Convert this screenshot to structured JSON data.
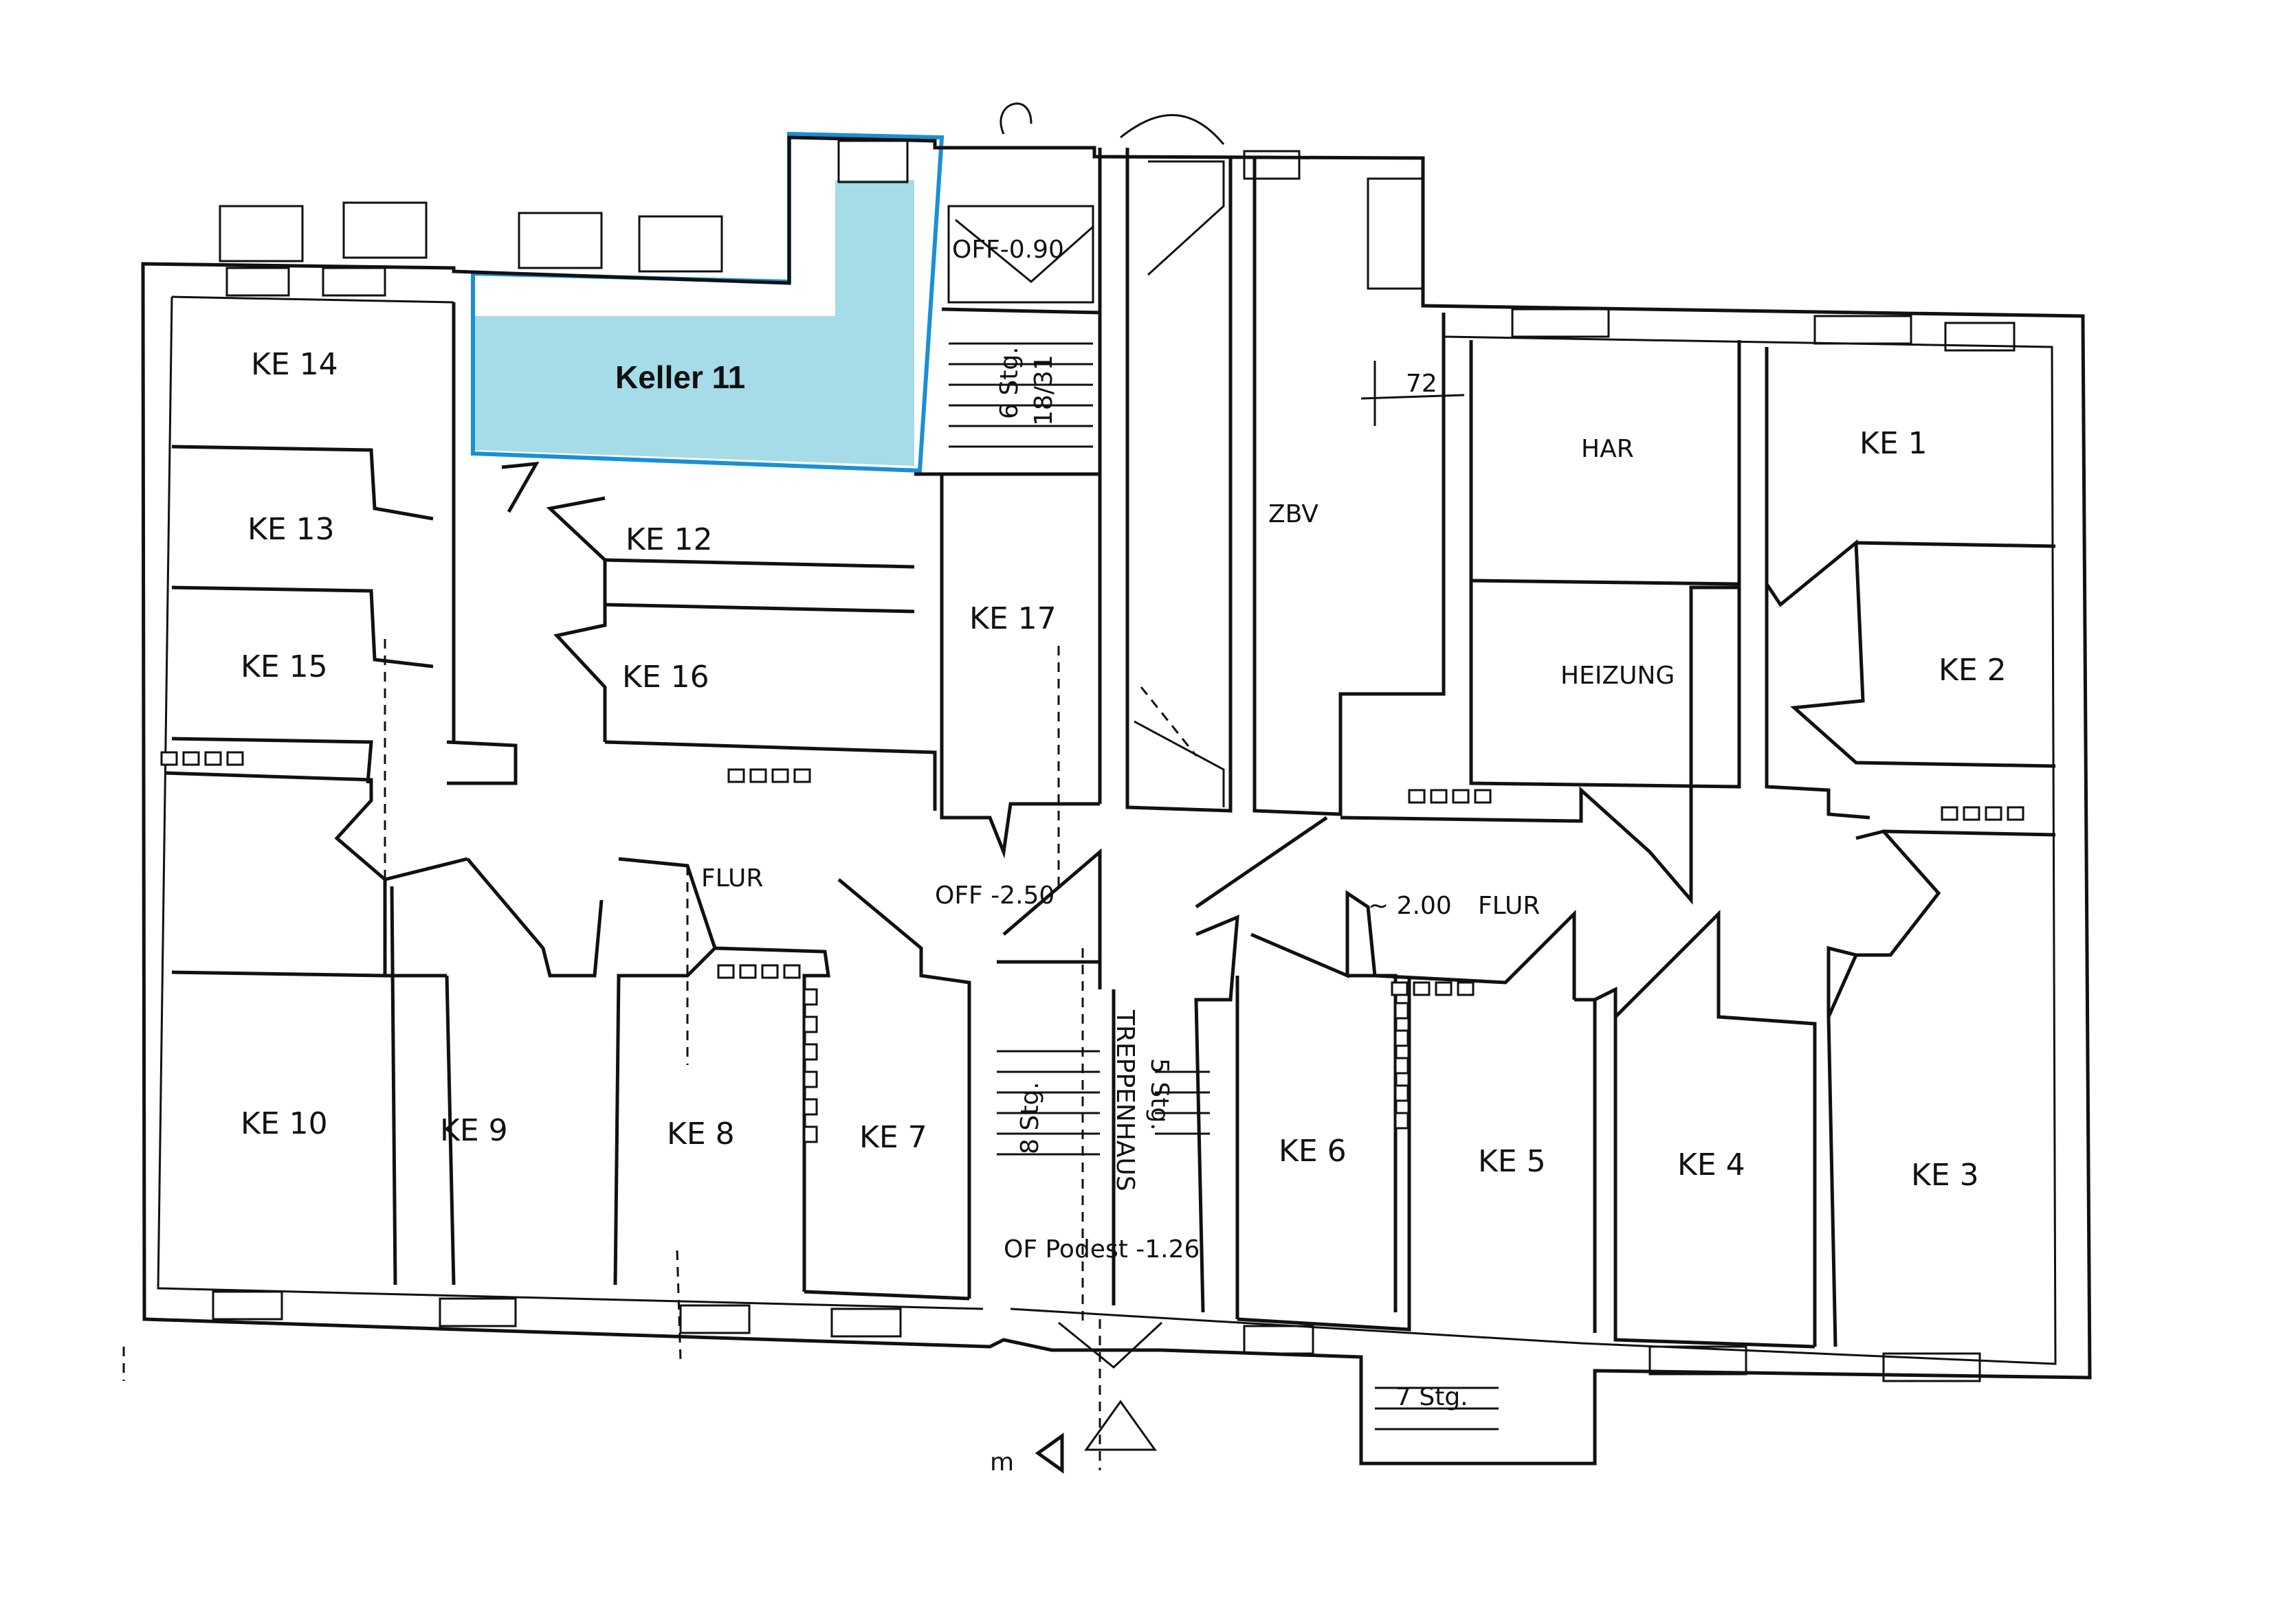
{
  "highlight": {
    "label": "Keller 11",
    "fill_color": "#a6dbe8",
    "stroke_color": "#1a8fd6"
  },
  "rooms": {
    "ke14": "KE 14",
    "ke13": "KE 13",
    "ke15": "KE 15",
    "ke12": "KE 12",
    "ke16": "KE 16",
    "ke17": "KE 17",
    "zbv": "ZBV",
    "har": "HAR",
    "heizung": "HEIZUNG",
    "ke1": "KE 1",
    "ke2": "KE 2",
    "ke10": "KE 10",
    "ke9": "KE 9",
    "ke8": "KE 8",
    "ke7": "KE 7",
    "ke6": "KE 6",
    "ke5": "KE 5",
    "ke4": "KE 4",
    "ke3": "KE 3"
  },
  "annotations": {
    "off_top": "OFF-0.90",
    "stair_top_a": "6 Stg.",
    "stair_top_b": "18/31",
    "dim_72": "72",
    "flur_left": "FLUR",
    "off_mid": "OFF  -2.50",
    "flur_right_level": "~ 2.00",
    "flur_right": "FLUR",
    "treppenhaus": "TREPPENHAUS",
    "stair_mid_a": "5 Stg.",
    "stair_mid_b": "8 Stg.",
    "podest": "OF  Podest -1.26",
    "stair_bottom": "7 Stg.",
    "north_mark": "m"
  }
}
